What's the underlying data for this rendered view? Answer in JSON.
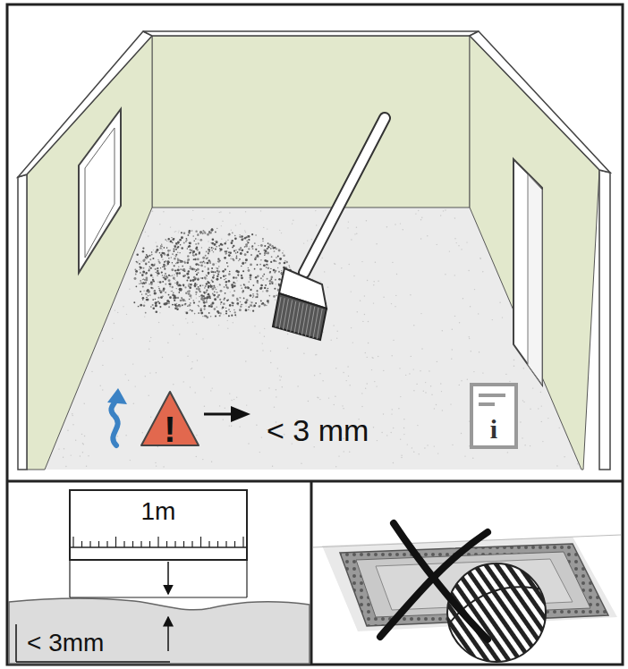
{
  "diagram": {
    "labels": [
      "!",
      "< 3 mm",
      "i",
      "1m",
      "< 3mm"
    ]
  }
}
